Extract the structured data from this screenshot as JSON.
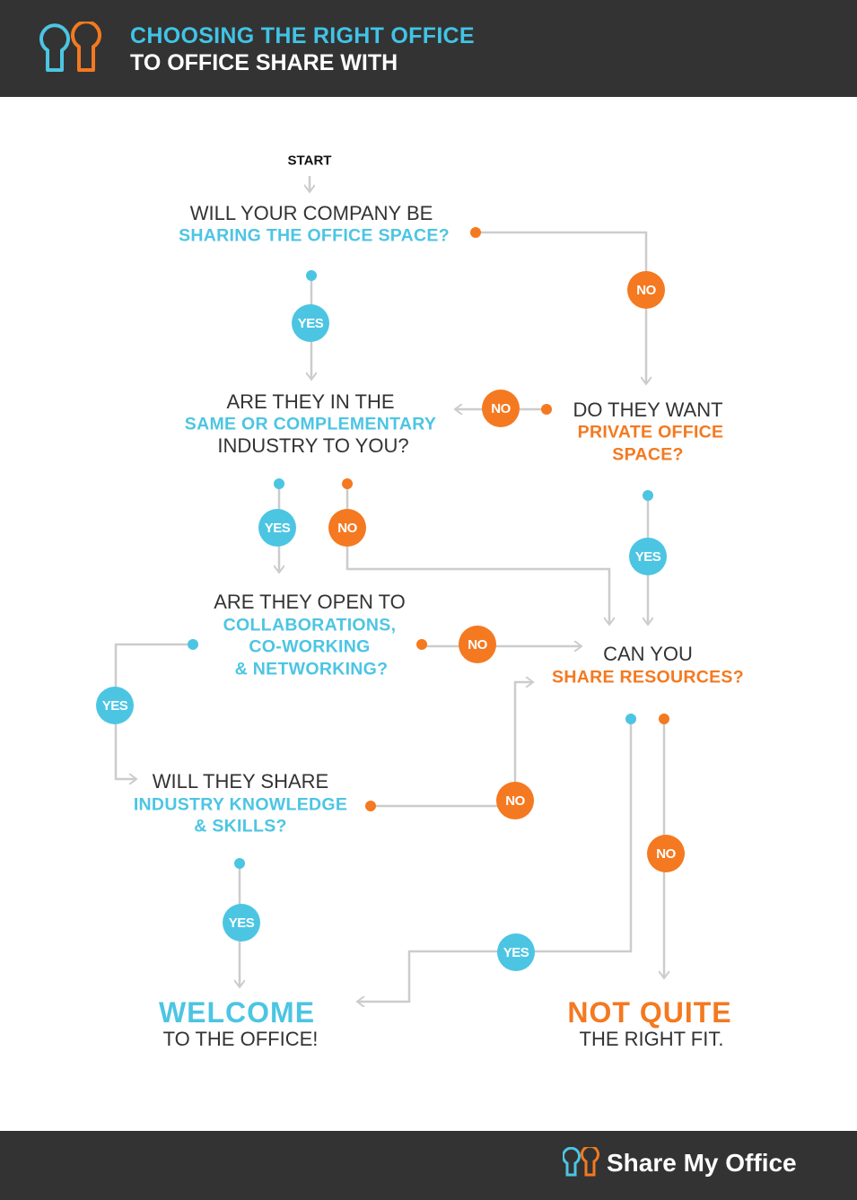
{
  "header": {
    "title_line1": "CHOOSING THE RIGHT OFFICE",
    "title_line2": "TO OFFICE SHARE WITH"
  },
  "footer": {
    "brand": "Share My Office"
  },
  "labels": {
    "yes": "YES",
    "no": "NO"
  },
  "colors": {
    "blue": "#4cc5e3",
    "orange": "#f47920",
    "dark": "#333333",
    "line": "#cccccc"
  },
  "flow": {
    "start": "START",
    "q1": {
      "line1": "WILL YOUR COMPANY BE",
      "line2": "SHARING THE OFFICE SPACE?"
    },
    "q2": {
      "line1": "ARE THEY IN THE",
      "line2": "SAME OR COMPLEMENTARY",
      "line3": "INDUSTRY TO YOU?"
    },
    "q3": {
      "line1": "DO THEY WANT",
      "line2": "PRIVATE OFFICE",
      "line3": "SPACE?"
    },
    "q4": {
      "line1": "ARE THEY OPEN TO",
      "line2": "COLLABORATIONS,",
      "line3": "CO-WORKING",
      "line4": "& NETWORKING?"
    },
    "q5": {
      "line1": "WILL THEY SHARE",
      "line2": "INDUSTRY KNOWLEDGE",
      "line3": "& SKILLS?"
    },
    "q6": {
      "line1": "CAN YOU",
      "line2": "SHARE RESOURCES?"
    },
    "end_yes": {
      "line1": "WELCOME",
      "line2": "TO THE OFFICE!"
    },
    "end_no": {
      "line1": "NOT QUITE",
      "line2": "THE RIGHT FIT."
    }
  }
}
